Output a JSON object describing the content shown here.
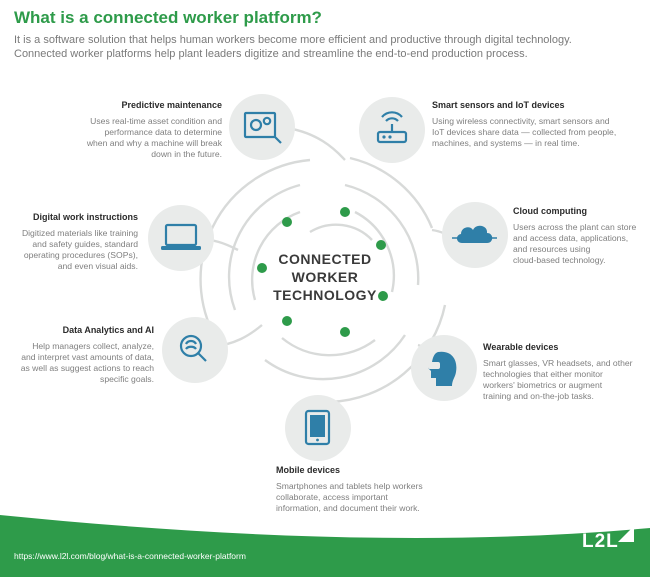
{
  "title": "What is a connected worker platform?",
  "intro": [
    "It is a software solution that helps human workers become more efficient and productive through digital technology.",
    "Connected worker platforms help plant leaders digitize and streamline the end-to-end production process."
  ],
  "center": [
    "CONNECTED",
    "WORKER",
    "TECHNOLOGY"
  ],
  "features": {
    "predictive": {
      "title": "Predictive maintenance",
      "lines": [
        "Uses real-time asset condition and",
        "performance data to determine",
        "when and why a machine will break",
        "down in the future."
      ]
    },
    "sensors": {
      "title": "Smart sensors and IoT devices",
      "lines": [
        "Using wireless connectivity, smart sensors and",
        "IoT devices share data — collected from people,",
        "machines, and systems — in real time."
      ]
    },
    "instructions": {
      "title": "Digital work instructions",
      "lines": [
        "Digitized materials like training",
        "and safety guides, standard",
        "operating procedures (SOPs),",
        "and even visual aids."
      ]
    },
    "cloud": {
      "title": "Cloud computing",
      "lines": [
        "Users across the plant can store",
        "and access data, applications,",
        "and resources using",
        "cloud-based technology."
      ]
    },
    "analytics": {
      "title": "Data Analytics and AI",
      "lines": [
        "Help managers collect, analyze,",
        "and interpret vast amounts of data,",
        "as well as suggest actions to reach",
        "specific goals."
      ]
    },
    "wearable": {
      "title": "Wearable devices",
      "lines": [
        "Smart glasses, VR headsets, and other",
        "technologies that either monitor",
        "workers' biometrics or augment",
        "training and on-the-job tasks."
      ]
    },
    "mobile": {
      "title": "Mobile devices",
      "lines": [
        "Smartphones and tablets help workers",
        "collaborate, access important",
        "information, and document their work."
      ]
    }
  },
  "footer": {
    "url": "https://www.l2l.com/blog/what-is-a-connected-worker-platform",
    "logo": "L2L"
  },
  "colors": {
    "green": "#2e9b4a",
    "circle": "#e9ebea",
    "icon": "#2f7fa8",
    "line": "#d8dad9"
  }
}
